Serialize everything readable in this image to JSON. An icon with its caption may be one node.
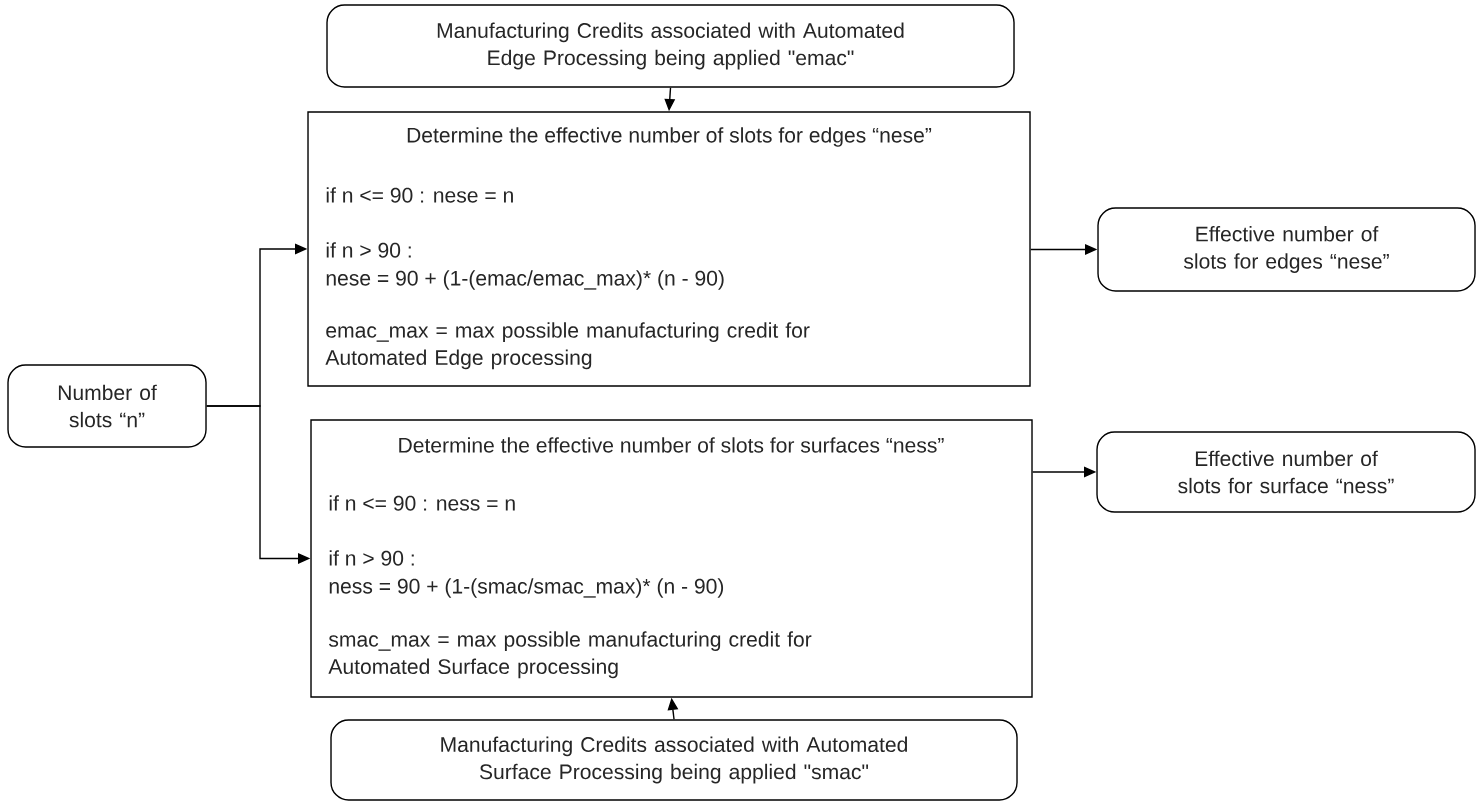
{
  "diagram": {
    "nodes": [
      {
        "text": [
          "Manufacturing Credits associated with Automated Edge Processing being applied \"emac\""
        ]
      },
      {
        "text": [
          "Determine the effective number of slots for edges “nese”",
          "if n <= 90 : nese = n",
          "if n > 90 :",
          "nese = 90 + (1-(emac/emac_max)* (n - 90)",
          "emac_max = max possible manufacturing credit for Automated Edge processing"
        ]
      },
      {
        "text": [
          "Effective number of slots for edges “nese”"
        ]
      },
      {
        "text": [
          "Number of slots “n”"
        ]
      },
      {
        "text": [
          "Determine the effective number of slots for surfaces “ness”",
          "if n <= 90 : ness = n",
          "if n > 90 :",
          "ness = 90 + (1-(smac/smac_max)* (n - 90)",
          "smac_max = max possible manufacturing credit for Automated Surface processing"
        ]
      },
      {
        "text": [
          "Effective number of slots for surface “ness”"
        ]
      },
      {
        "text": [
          "Manufacturing Credits associated with Automated Surface Processing being applied \"smac\""
        ]
      }
    ],
    "edges": [
      {
        "from": 0,
        "to": 1,
        "arrow": "to"
      },
      {
        "from": 3,
        "to": 1,
        "arrow": "to"
      },
      {
        "from": 3,
        "to": 4,
        "arrow": "to"
      },
      {
        "from": 1,
        "to": 2,
        "arrow": "to"
      },
      {
        "from": 4,
        "to": 5,
        "arrow": "to"
      },
      {
        "from": 6,
        "to": 4,
        "arrow": "to"
      }
    ]
  }
}
